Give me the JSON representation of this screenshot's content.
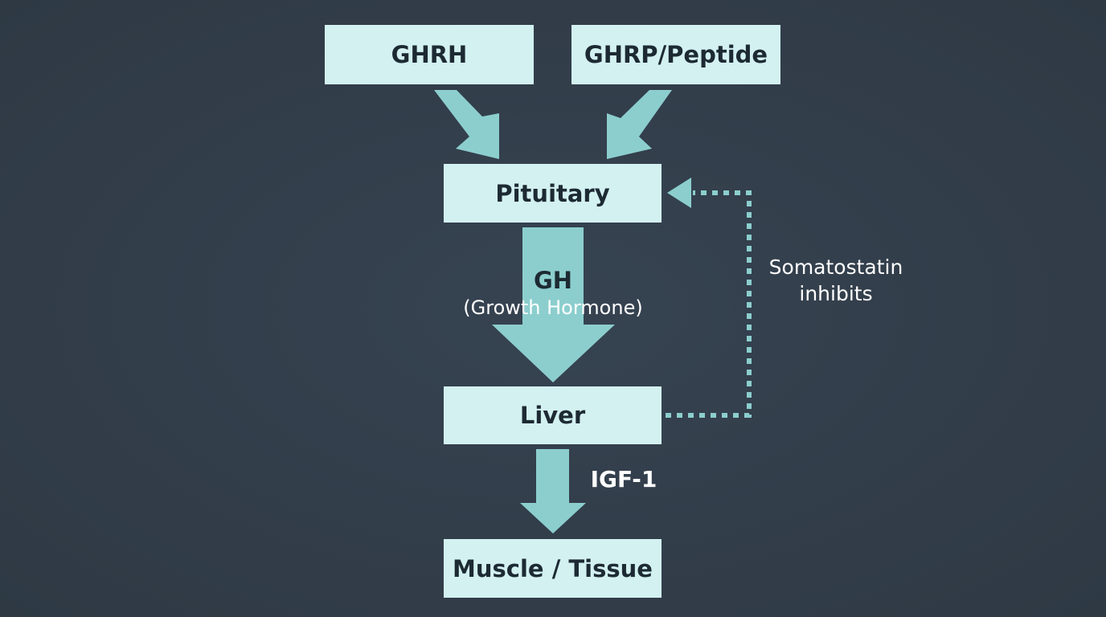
{
  "nodes": {
    "ghrh": "GHRH",
    "ghrp": "GHRP/Peptide",
    "pituitary": "Pituitary",
    "liver": "Liver",
    "muscle": "Muscle / Tissue"
  },
  "labels": {
    "gh": "GH",
    "gh_sub": "(Growth Hormone)",
    "igf": "IGF-1",
    "somatostatin": "Somatostatin\ninhibits"
  },
  "colors": {
    "background": "#323e4b",
    "node_fill": "#d3f1f1",
    "arrow": "#8ccece",
    "node_text": "#1d2a33",
    "label_text": "#ffffff"
  }
}
